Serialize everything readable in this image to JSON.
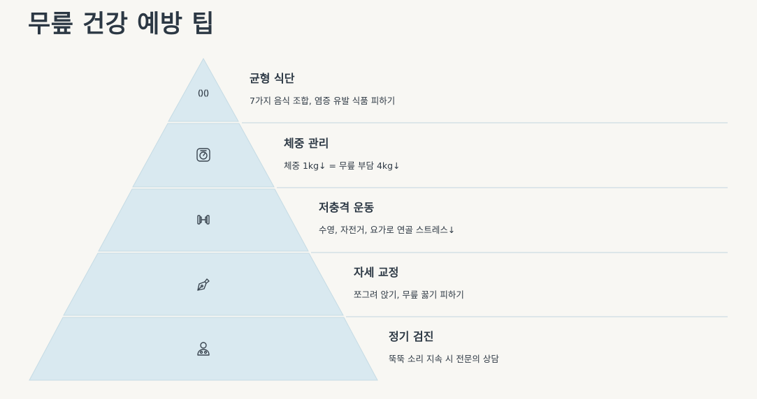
{
  "title": "무릎 건강 예방 팁",
  "colors": {
    "background": "#f8f7f3",
    "tier_fill": "#d9e9f0",
    "tier_stroke": "#c5dbe4",
    "icon": "#3a4550"
  },
  "tiers": [
    {
      "label": "균형 식단",
      "description": "7가지 음식 조합, 염증 유발 식품 피하기",
      "icon": "footprints-icon"
    },
    {
      "label": "체중 관리",
      "description": "체중 1kg↓ = 무릎 부담 4kg↓",
      "icon": "scale-icon"
    },
    {
      "label": "저충격 운동",
      "description": "수영, 자전거, 요가로 연골 스트레스↓",
      "icon": "dumbbell-icon"
    },
    {
      "label": "자세 교정",
      "description": "쪼그려 앉기, 무릎 꿇기 피하기",
      "icon": "pen-nib-icon"
    },
    {
      "label": "정기 검진",
      "description": "뚝뚝 소리 지속 시 전문의 상담",
      "icon": "doctor-icon"
    }
  ]
}
